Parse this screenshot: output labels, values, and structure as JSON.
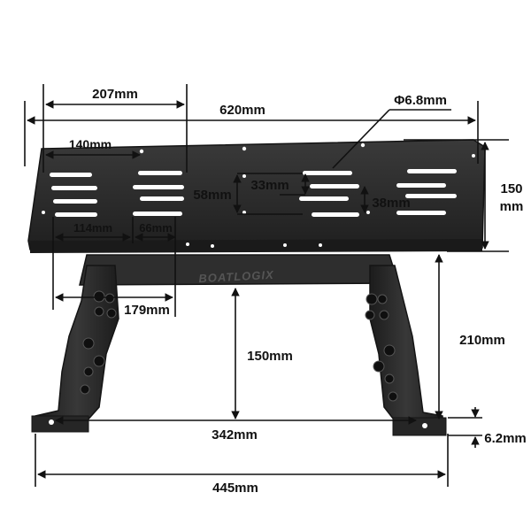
{
  "brand": {
    "logo_text": "BOATLOGIX"
  },
  "colors": {
    "metal": "#2a2a2a",
    "metal_edge": "#141414",
    "metal_highlight": "#4a4a4a",
    "slot": "#ffffff",
    "dimension_line": "#111111",
    "background": "#ffffff"
  },
  "dimensions": {
    "overall_top_width": "620mm",
    "top_section_width": "207mm",
    "left_slot_span": "140mm",
    "hole_diameter": "Φ6.8mm",
    "plate_height_value": "150",
    "plate_height_unit": "mm",
    "slot_spacing_58": "58mm",
    "slot_spacing_33": "33mm",
    "slot_spacing_38": "38mm",
    "slot_spacing_114": "114mm",
    "slot_length_66": "66mm",
    "slot_span_179": "179mm",
    "center_height": "150mm",
    "overall_height": "210mm",
    "leg_spacing": "342mm",
    "base_thickness": "6.2mm",
    "base_width": "445mm"
  }
}
